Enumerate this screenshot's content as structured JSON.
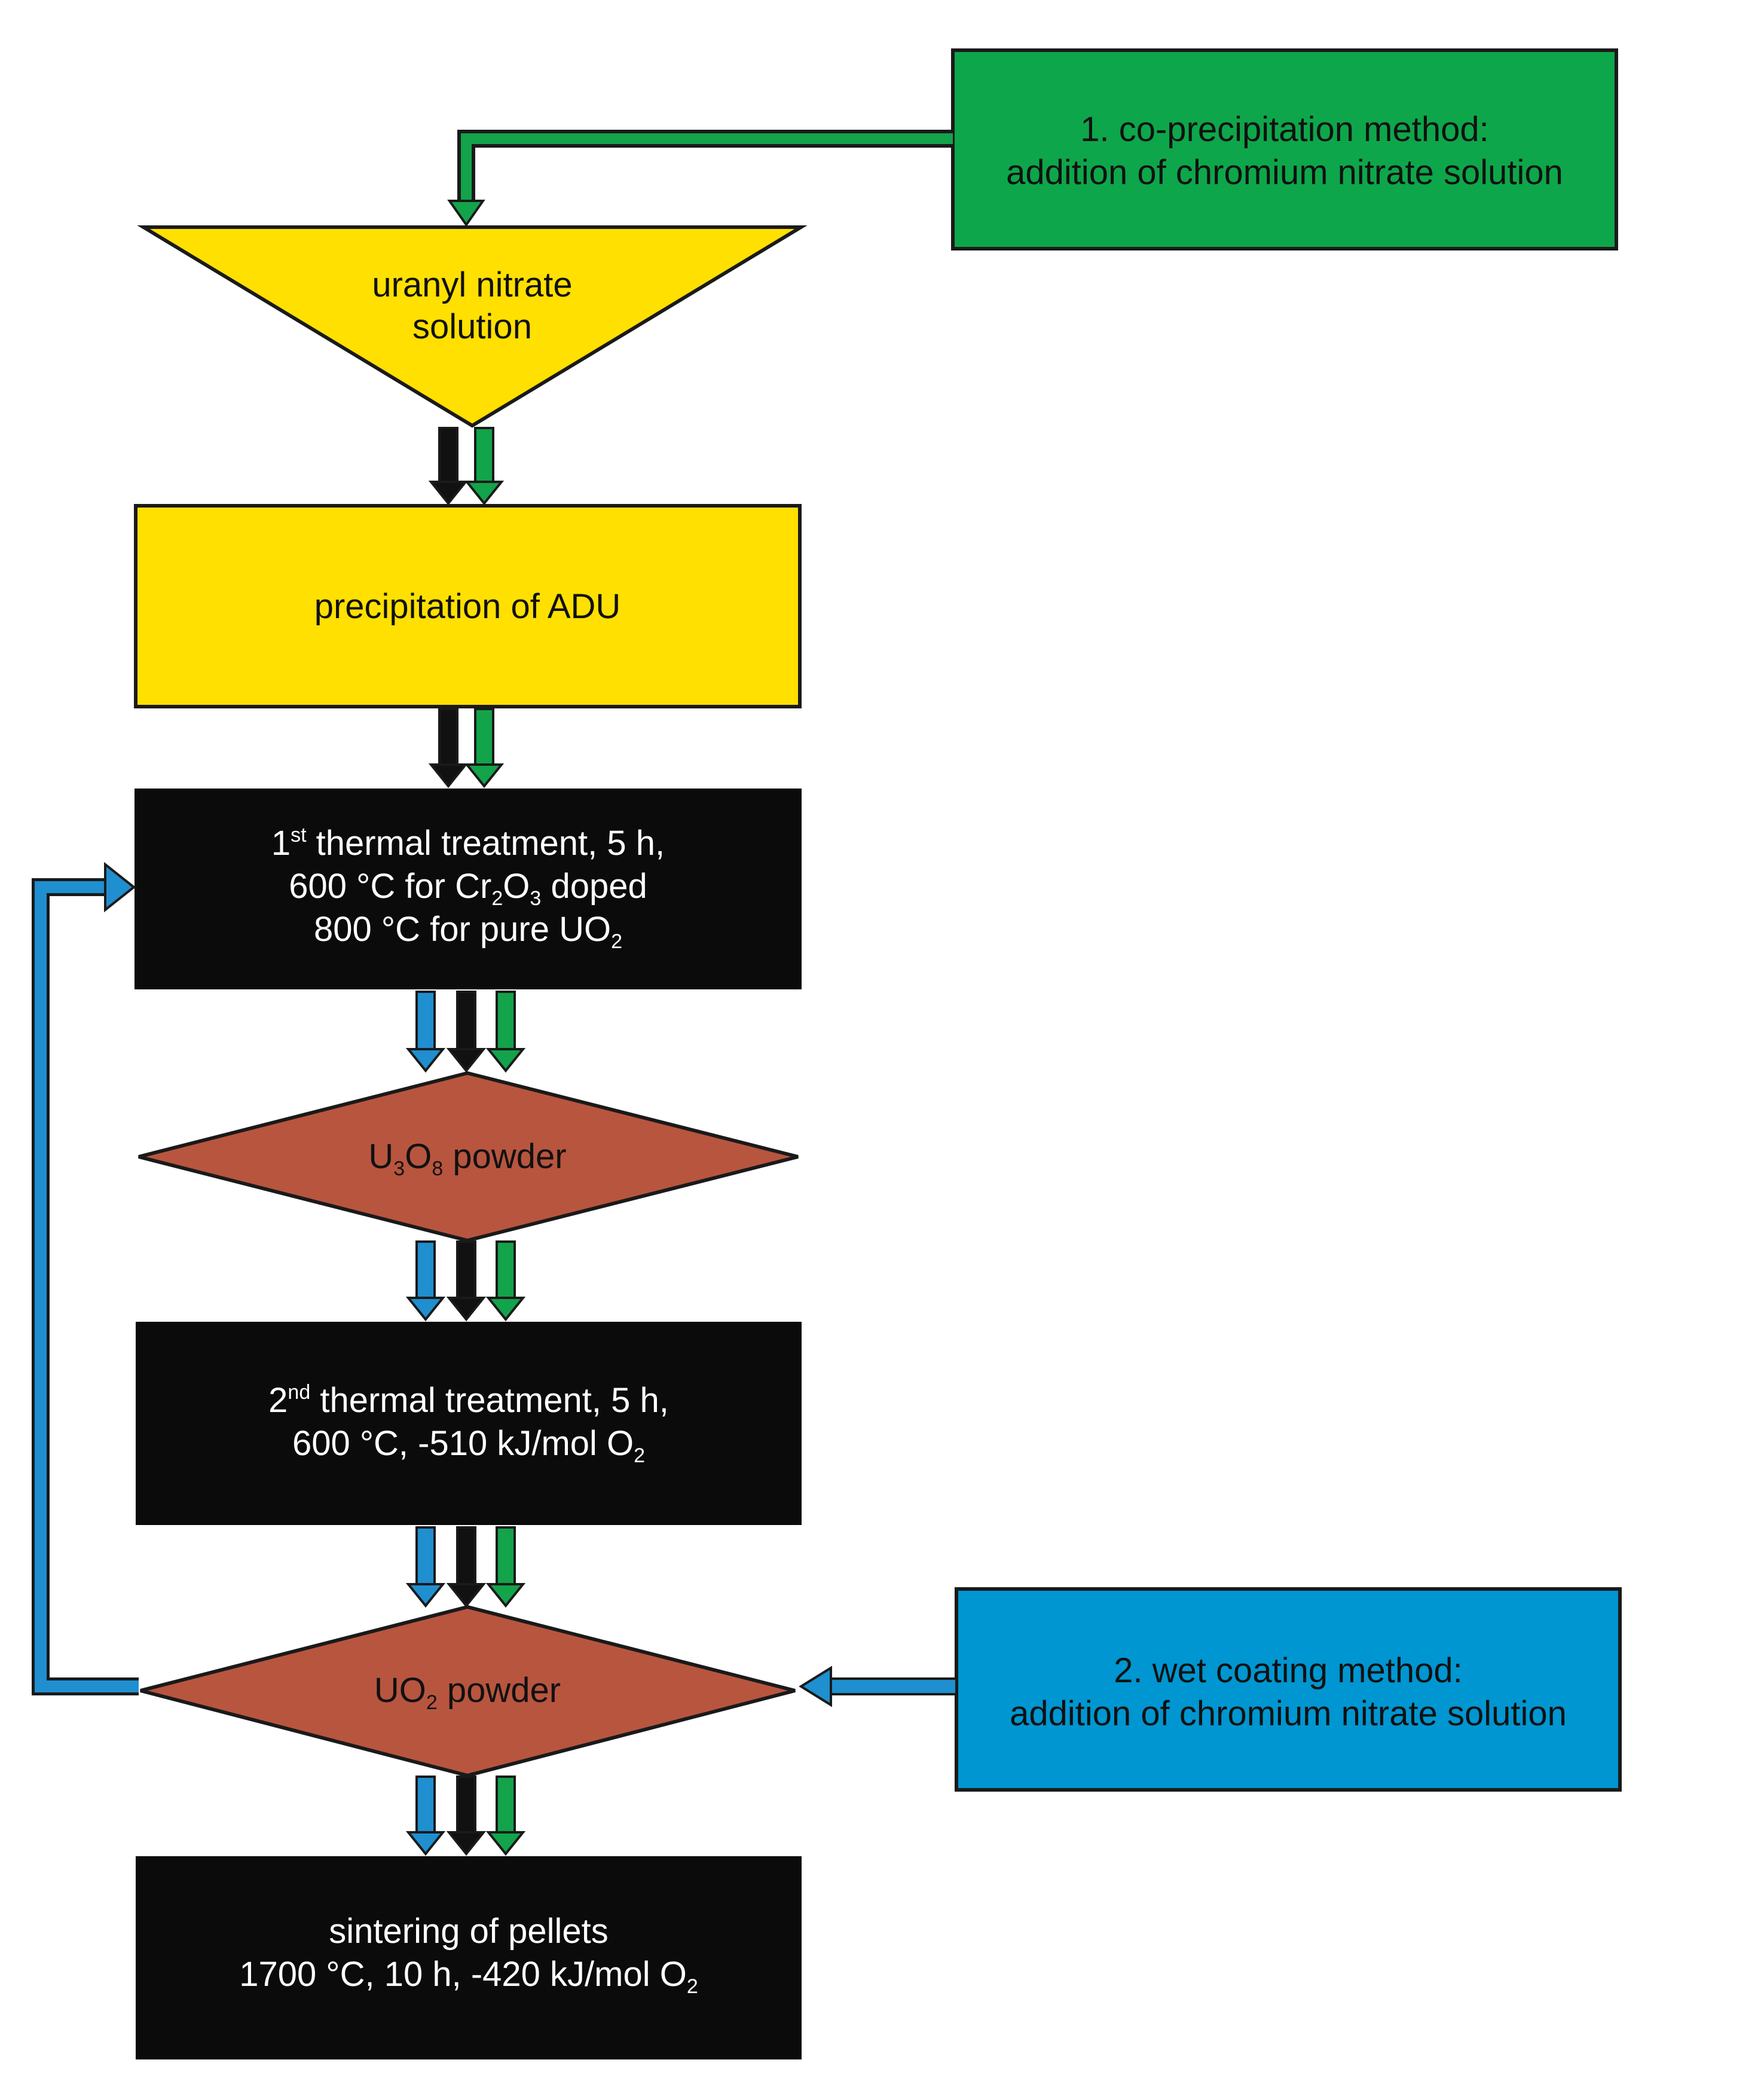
{
  "colors": {
    "green": "#0ea64a",
    "yellow": "#ffe000",
    "black": "#0b0b0b",
    "brown": "#b8553f",
    "blue": "#0096d1",
    "blue_arrow": "#1f8fd0",
    "green_arrow": "#13a34a",
    "black_arrow": "#111111",
    "white": "#ffffff"
  },
  "nodes": {
    "co_precipitation": {
      "line1": "1. co-precipitation method:",
      "line2": "addition of chromium nitrate solution"
    },
    "uranyl": {
      "line1": "uranyl nitrate",
      "line2": "solution"
    },
    "precipitation": {
      "line1": "precipitation of ADU"
    },
    "thermal1": {
      "line1_num": "1",
      "line1_sup": "st",
      "line1_rest": " thermal treatment, 5 h,",
      "line2_a": "600 °C for Cr",
      "line2_sub1": "2",
      "line2_b": "O",
      "line2_sub2": "3",
      "line2_c": " doped",
      "line3_a": "800 °C for pure UO",
      "line3_sub": "2"
    },
    "u3o8": {
      "a": "U",
      "sub1": "3",
      "b": "O",
      "sub2": "8",
      "c": " powder"
    },
    "thermal2": {
      "line1_num": "2",
      "line1_sup": "nd",
      "line1_rest": " thermal treatment, 5 h,",
      "line2_a": "600 °C, -510 kJ/mol O",
      "line2_sub": "2"
    },
    "uo2": {
      "a": "UO",
      "sub": "2",
      "b": " powder"
    },
    "wet_coating": {
      "line1": "2. wet coating method:",
      "line2": "addition of chromium nitrate solution"
    },
    "sintering": {
      "line1": "sintering of pellets",
      "line2_a": "1700 °C, 10 h, -420 kJ/mol O",
      "line2_sub": "2"
    }
  }
}
